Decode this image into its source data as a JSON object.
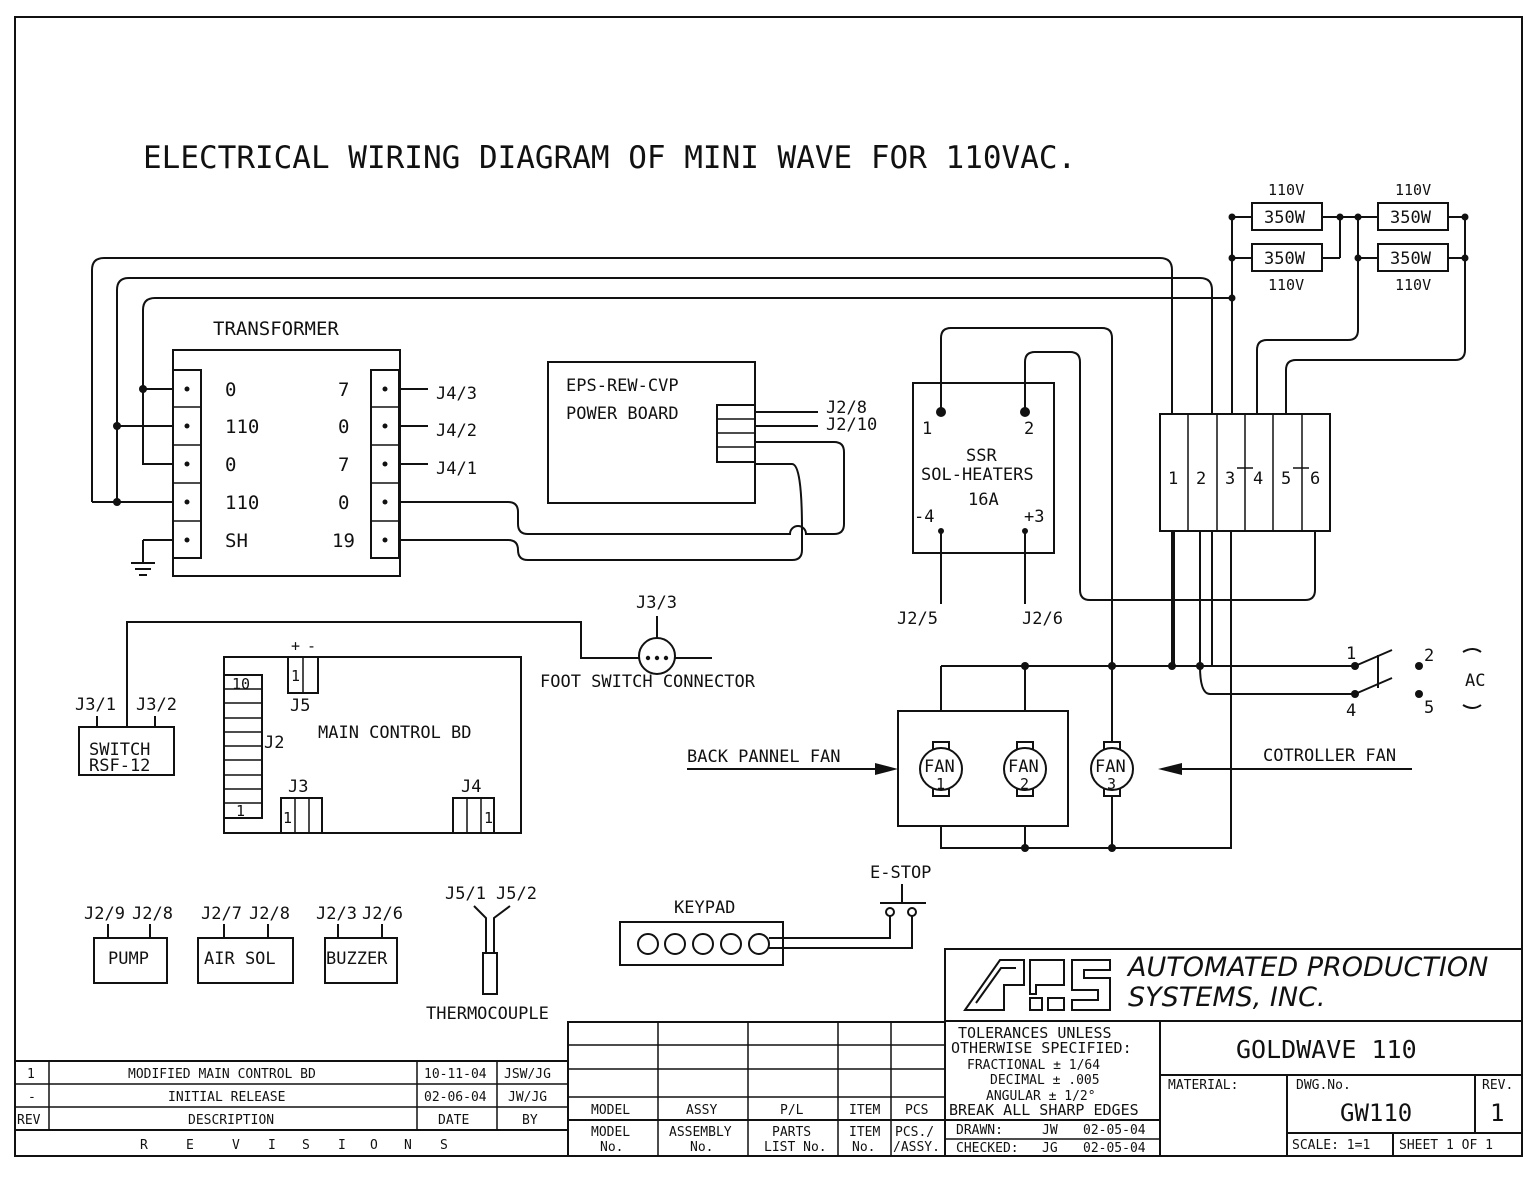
{
  "title": "ELECTRICAL WIRING DIAGRAM OF MINI WAVE FOR 110VAC.",
  "transformer": {
    "label": "TRANSFORMER",
    "left_taps": [
      "0",
      "110",
      "0",
      "110",
      "SH"
    ],
    "right_taps": [
      "7",
      "0",
      "7",
      "0",
      "19"
    ],
    "right_connectors": [
      "J4/3",
      "J4/2",
      "J4/1"
    ]
  },
  "power_board": {
    "line1": "EPS-REW-CVP",
    "line2": "POWER BOARD",
    "connectors": [
      "J2/8",
      "J2/10"
    ]
  },
  "ssr": {
    "line1": "SSR",
    "line2": "SOL-HEATERS",
    "line3": "16A",
    "pin1": "1",
    "pin2": "2",
    "pin_minus4": "-4",
    "pin_plus3": "+3",
    "conn_left": "J2/5",
    "conn_right": "J2/6"
  },
  "heaters": {
    "voltage": "110V",
    "wattage": "350W"
  },
  "terminal_block": [
    "1",
    "2",
    "3",
    "4",
    "5",
    "6"
  ],
  "ac_switch": {
    "pin1": "1",
    "pin2": "2",
    "pin4": "4",
    "pin5": "5",
    "label": "AC"
  },
  "foot_switch": {
    "conn": "J3/3",
    "label": "FOOT SWITCH CONNECTOR"
  },
  "switch_rsf": {
    "line1": "SWITCH",
    "line2": "RSF-12",
    "conn1": "J3/1",
    "conn2": "J3/2"
  },
  "main_board": {
    "label": "MAIN CONTROL BD",
    "j2": "J2",
    "j2_top": "10",
    "j2_bottom": "1",
    "j3": "J3",
    "j4": "J4",
    "j5": "J5",
    "pin_one": "1",
    "j5_plus": "+",
    "j5_minus": "-"
  },
  "fans": {
    "fan_label": "FAN",
    "numbers": [
      "1",
      "2",
      "3"
    ],
    "back_label": "BACK PANNEL FAN",
    "controller_label": "COTROLLER FAN"
  },
  "peripherals": {
    "pump": {
      "label": "PUMP",
      "conn1": "J2/9",
      "conn2": "J2/8"
    },
    "air_sol": {
      "label": "AIR SOL",
      "conn1": "J2/7",
      "conn2": "J2/8"
    },
    "buzzer": {
      "label": "BUZZER",
      "conn1": "J2/3",
      "conn2": "J2/6"
    },
    "thermocouple": {
      "label": "THERMOCOUPLE",
      "conn1": "J5/1",
      "conn2": "J5/2"
    },
    "keypad": {
      "label": "KEYPAD"
    },
    "estop": {
      "label": "E-STOP"
    }
  },
  "company": {
    "name1": "AUTOMATED PRODUCTION",
    "name2": "SYSTEMS, INC."
  },
  "tolerances": {
    "l1": "TOLERANCES UNLESS",
    "l2": "OTHERWISE SPECIFIED:",
    "l3": "FRACTIONAL ± 1/64",
    "l4": "DECIMAL ± .005",
    "l5": "ANGULAR ± 1/2°",
    "l6": "BREAK ALL SHARP EDGES"
  },
  "drawing": {
    "title": "GOLDWAVE 110",
    "material_label": "MATERIAL:",
    "dwg_no_label": "DWG.No.",
    "dwg_no": "GW110",
    "rev_label": "REV.",
    "rev": "1",
    "scale": "SCALE: 1=1",
    "sheet": "SHEET 1 OF 1",
    "drawn_label": "DRAWN:",
    "drawn_by": "JW",
    "drawn_date": "02-05-04",
    "checked_label": "CHECKED:",
    "checked_by": "JG",
    "checked_date": "02-05-04"
  },
  "bom_headers": {
    "row1": [
      "MODEL",
      "ASSY",
      "P/L",
      "ITEM",
      "PCS"
    ],
    "row2a": [
      "MODEL",
      "ASSEMBLY",
      "PARTS",
      "ITEM",
      "PCS./"
    ],
    "row2b": [
      "No.",
      "No.",
      "LIST No.",
      "No.",
      "/ASSY."
    ]
  },
  "revisions": {
    "rows": [
      {
        "rev": "1",
        "desc": "MODIFIED MAIN CONTROL BD",
        "date": "10-11-04",
        "by": "JSW/JG"
      },
      {
        "rev": "-",
        "desc": "INITIAL RELEASE",
        "date": "02-06-04",
        "by": "JW/JG"
      }
    ],
    "header": {
      "rev": "REV",
      "desc": "DESCRIPTION",
      "date": "DATE",
      "by": "BY"
    },
    "footer": [
      "R",
      "E",
      "V",
      "I",
      "S",
      "I",
      "O",
      "N",
      "S"
    ]
  }
}
